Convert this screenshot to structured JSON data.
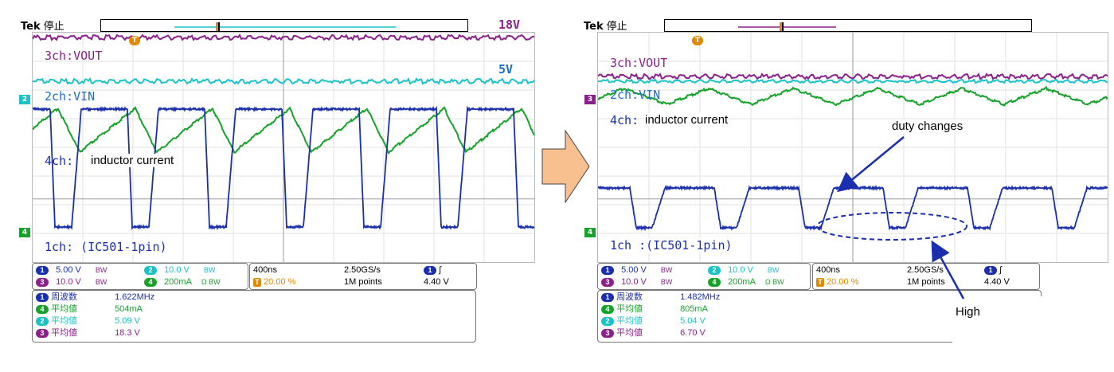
{
  "colors": {
    "ch1": "#1a2fae",
    "ch2": "#19c3c8",
    "ch3": "#8b1f8b",
    "ch4": "#16a32a",
    "trigger": "#e08a00",
    "arrow": "#f9c08f"
  },
  "left": {
    "brand": "Tek",
    "state": "停止",
    "ch3_label": "3ch:VOUT",
    "ch2_label": "2ch:VIN",
    "ch4_label": "4ch:",
    "ch4_note": "inductor current",
    "ch1_label": "1ch: (IC501-1pin)",
    "level_18v": "18V",
    "level_5v": "5V",
    "marker_2": "2",
    "marker_4": "4",
    "trig_marker": "T",
    "settings": {
      "ch1": {
        "num": "1",
        "val": "5.00 V",
        "bw": "BW"
      },
      "ch2": {
        "num": "2",
        "val": "10.0 V",
        "bw": "BW"
      },
      "ch3": {
        "num": "3",
        "val": "10.0 V",
        "bw": "BW"
      },
      "ch4": {
        "num": "4",
        "val": "200mA",
        "bw": "Ω BW"
      },
      "timebase": "400ns",
      "trig_pos": "20.00 %",
      "sample": "2.50GS/s",
      "points": "1M points",
      "trig_ch": "1",
      "trig_slope": "∫",
      "trig_level": "4.40 V"
    },
    "meas": [
      {
        "num": "1",
        "name": "周波数",
        "value": "1.622MHz"
      },
      {
        "num": "4",
        "name": "平均値",
        "value": "504mA"
      },
      {
        "num": "2",
        "name": "平均値",
        "value": "5.09 V"
      },
      {
        "num": "3",
        "name": "平均値",
        "value": "18.3 V"
      }
    ]
  },
  "right": {
    "brand": "Tek",
    "state": "停止",
    "ch3_label": "3ch:VOUT",
    "ch2_label": "2ch:VIN",
    "ch4_label": "4ch:",
    "ch4_note": "inductor current",
    "ch1_label": "1ch :(IC501-1pin)",
    "marker_3": "3",
    "marker_4": "4",
    "trig_marker": "T",
    "note_duty": "duty changes",
    "note_high": "High",
    "settings": {
      "ch1": {
        "num": "1",
        "val": "5.00 V",
        "bw": "BW"
      },
      "ch2": {
        "num": "2",
        "val": "10.0 V",
        "bw": "BW"
      },
      "ch3": {
        "num": "3",
        "val": "10.0 V",
        "bw": "BW"
      },
      "ch4": {
        "num": "4",
        "val": "200mA",
        "bw": "Ω BW"
      },
      "timebase": "400ns",
      "trig_pos": "20.00 %",
      "sample": "2.50GS/s",
      "points": "1M points",
      "trig_ch": "1",
      "trig_slope": "∫",
      "trig_level": "4.40 V"
    },
    "meas": [
      {
        "num": "1",
        "name": "周波数",
        "value": "1.482MHz"
      },
      {
        "num": "4",
        "name": "平均値",
        "value": "805mA"
      },
      {
        "num": "2",
        "name": "平均値",
        "value": "5.04 V"
      },
      {
        "num": "3",
        "name": "平均値",
        "value": "6.70 V"
      }
    ]
  }
}
